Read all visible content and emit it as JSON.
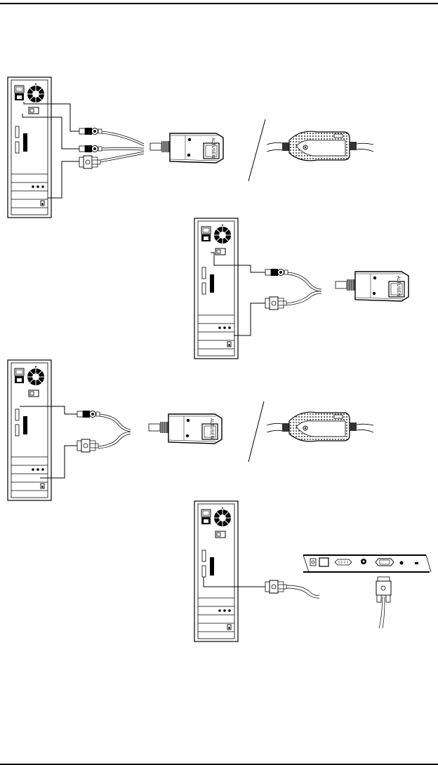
{
  "page": {
    "type": "installation-diagram",
    "description": "KVM adapter cable connection diagrams to computer rear panels"
  },
  "diagrams": [
    {
      "id": "ps2-adapter",
      "connectors": [
        "ps2-keyboard",
        "ps2-mouse",
        "vga"
      ],
      "adapter_brand": "ALTUSEN",
      "has_alt_view": true
    },
    {
      "id": "usb-adapter",
      "connectors": [
        "usb",
        "vga"
      ],
      "adapter_brand": "ALTUSEN",
      "has_alt_view": false
    },
    {
      "id": "usb-adapter-alt",
      "connectors": [
        "usb",
        "vga"
      ],
      "adapter_brand": "ALTUSEN",
      "has_alt_view": true
    },
    {
      "id": "console-vga",
      "connectors": [
        "vga"
      ],
      "adapter_brand": "",
      "has_alt_view": false
    }
  ],
  "labels": {
    "brand": "ALTUSEN"
  }
}
